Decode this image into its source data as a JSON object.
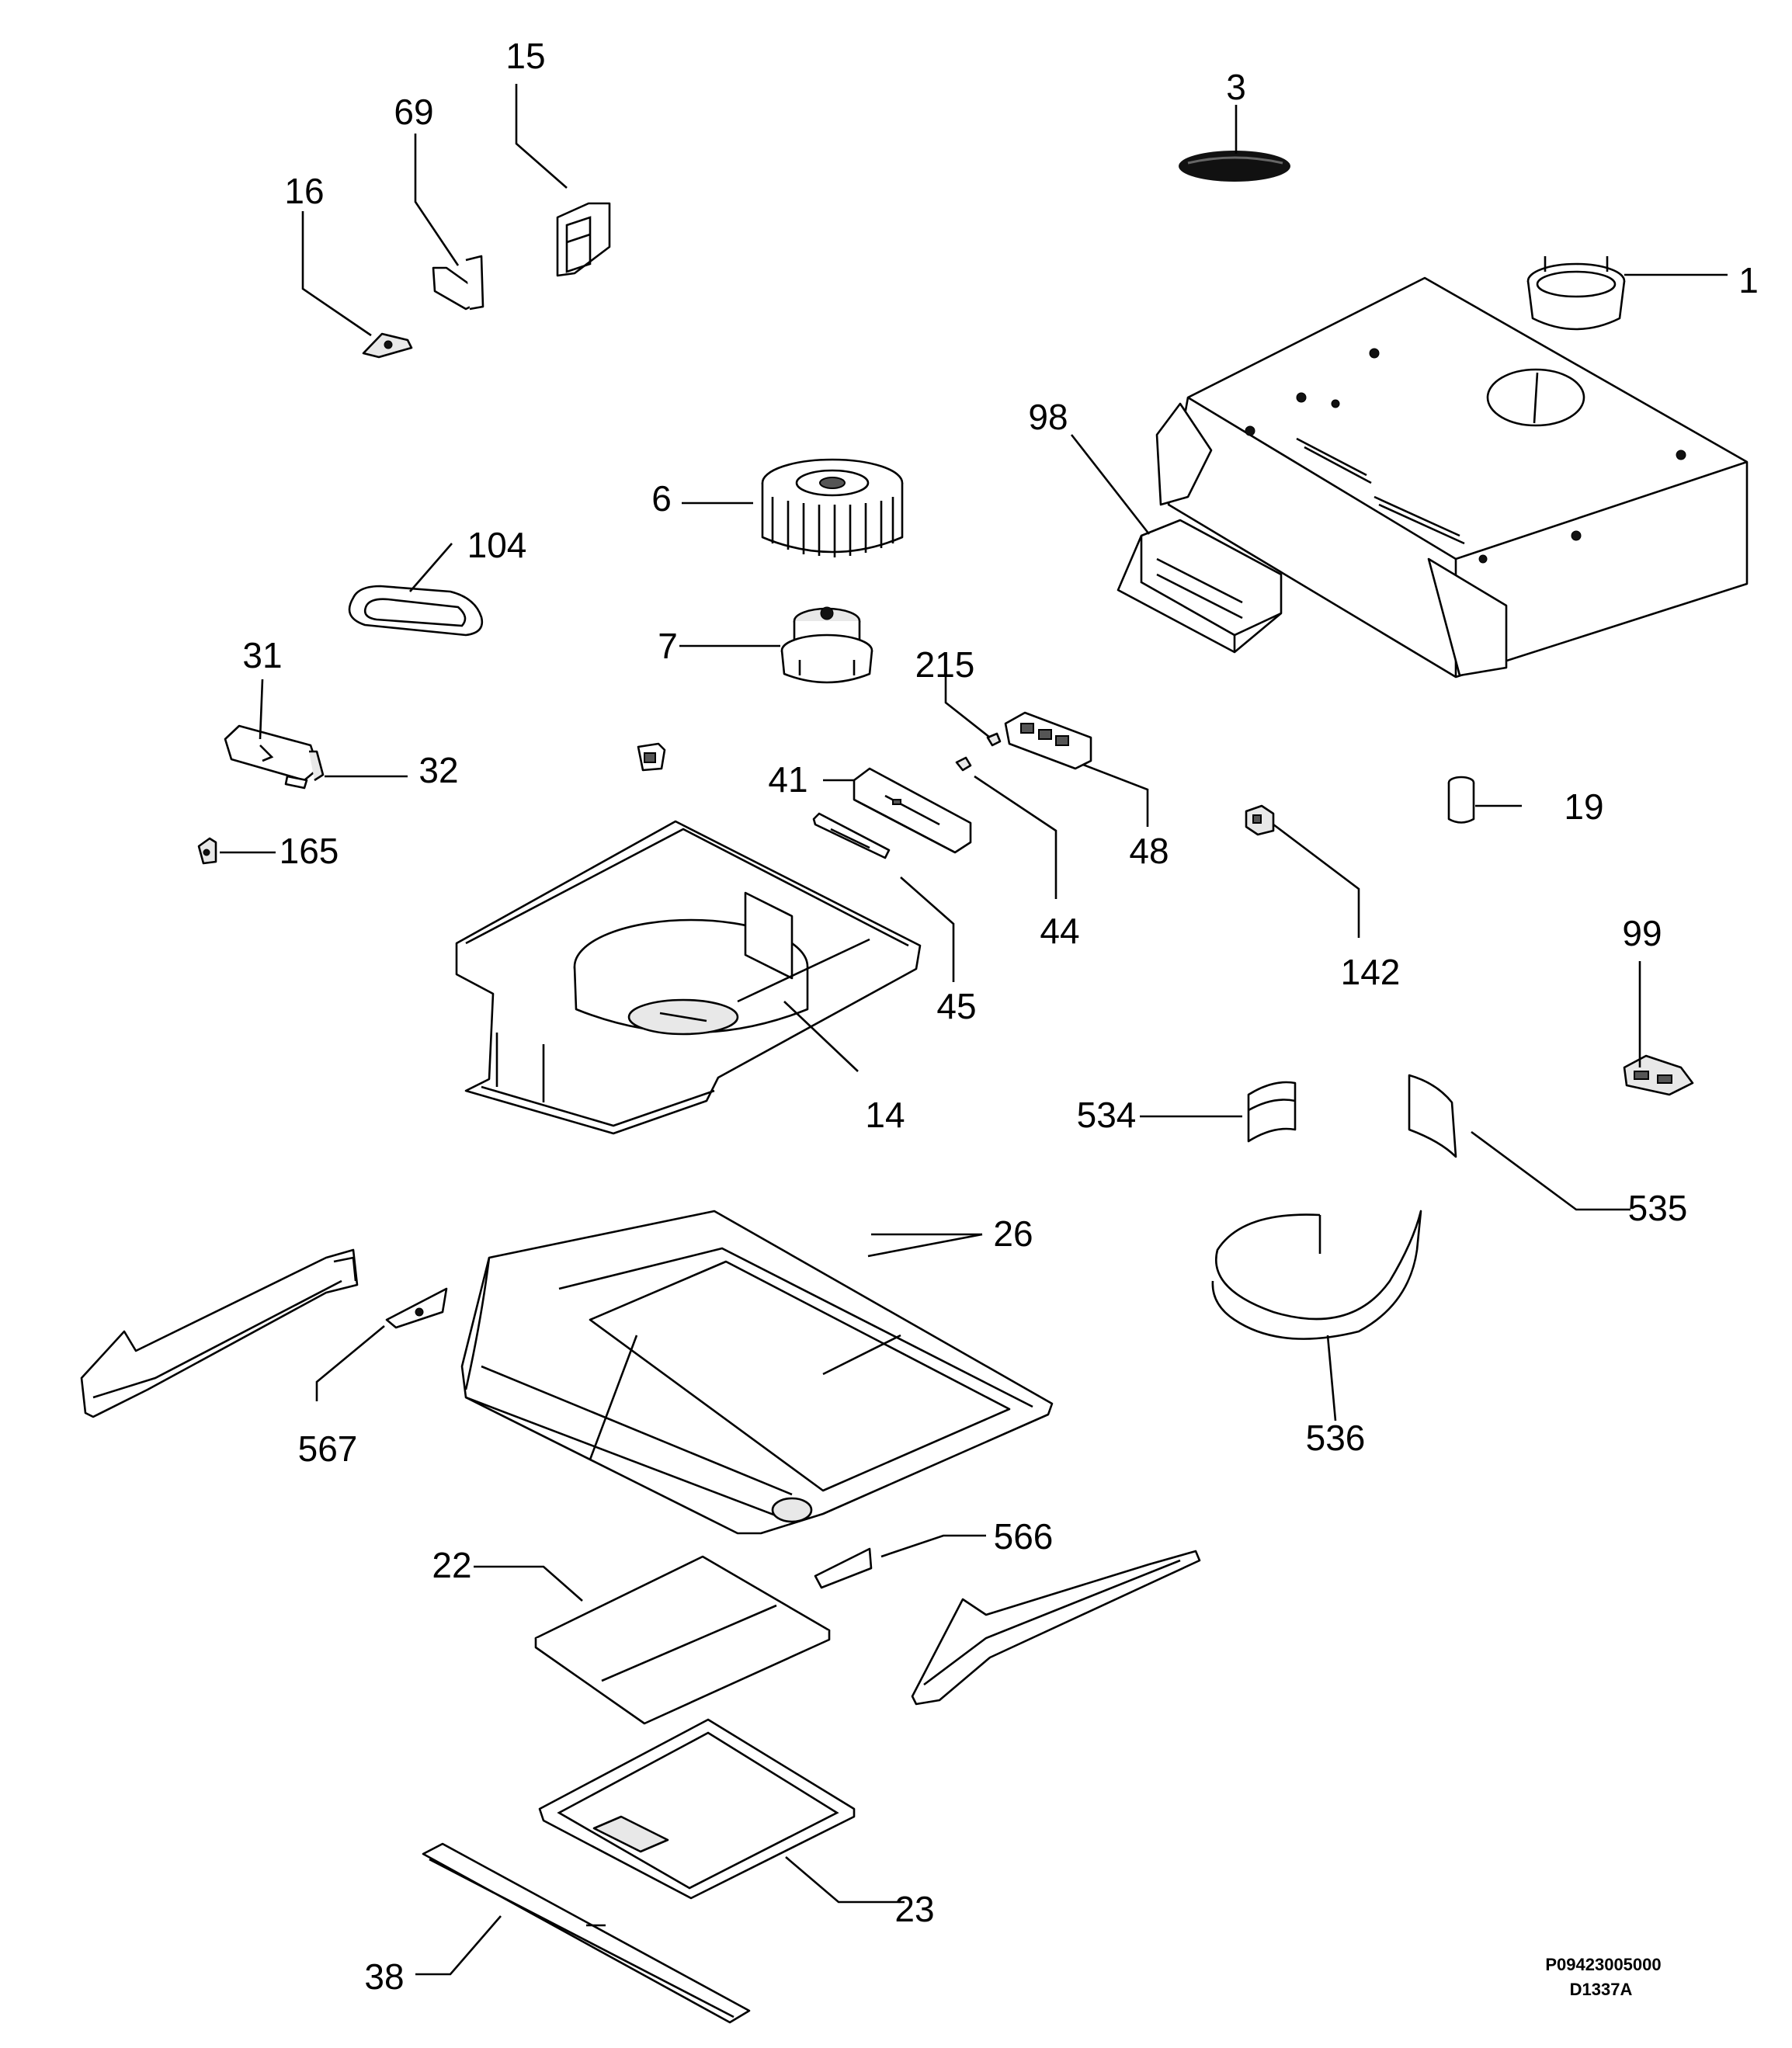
{
  "labels": {
    "l3": "3",
    "l15": "15",
    "l69": "69",
    "l16": "16",
    "l1": "1",
    "l98": "98",
    "l6": "6",
    "l104": "104",
    "l7": "7",
    "l31": "31",
    "l32": "32",
    "l215": "215",
    "l41": "41",
    "l165": "165",
    "l48": "48",
    "l19": "19",
    "l44": "44",
    "l45": "45",
    "l142": "142",
    "l99": "99",
    "l14": "14",
    "l534": "534",
    "l535": "535",
    "l26": "26",
    "l567": "567",
    "l536": "536",
    "l566": "566",
    "l22": "22",
    "l23": "23",
    "l38": "38"
  },
  "doc_number": "P09423005000",
  "drawing_code": "D1337A"
}
